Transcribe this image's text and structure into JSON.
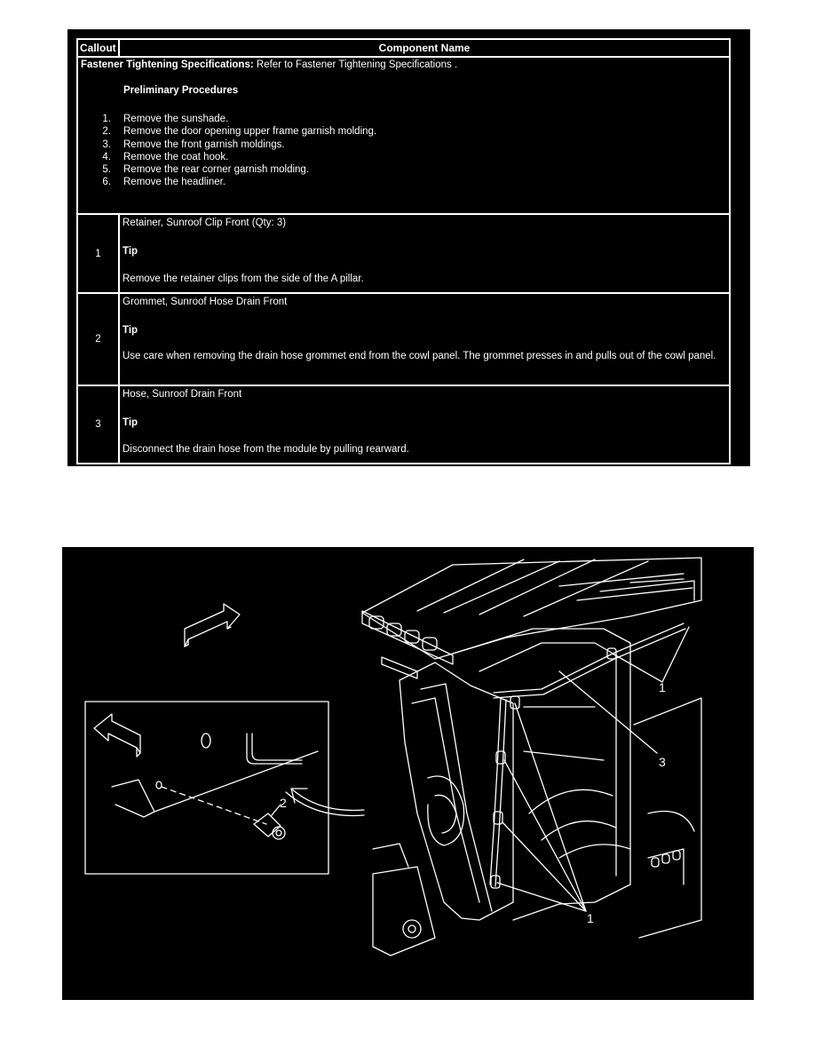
{
  "table": {
    "headers": {
      "callout": "Callout",
      "component": "Component Name"
    },
    "intro": {
      "spec_label": "Fastener Tightening Specifications:",
      "spec_text": " Refer to Fastener Tightening Specifications .",
      "prelim_heading": "Preliminary Procedures",
      "steps": [
        {
          "num": "1.",
          "text": "Remove the sunshade."
        },
        {
          "num": "2.",
          "text": "Remove the door opening upper frame garnish molding."
        },
        {
          "num": "3.",
          "text": "Remove the front garnish moldings."
        },
        {
          "num": "4.",
          "text": "Remove the coat hook."
        },
        {
          "num": "5.",
          "text": "Remove the rear corner garnish molding."
        },
        {
          "num": "6.",
          "text": "Remove the headliner."
        }
      ]
    },
    "items": [
      {
        "callout": "1",
        "component": "Retainer, Sunroof Clip Front (Qty: 3)",
        "tip": "Tip",
        "note": "Remove the retainer clips from the side of the A pillar."
      },
      {
        "callout": "2",
        "component": "Grommet, Sunroof Hose Drain Front",
        "tip": "Tip",
        "note": "Use care when removing the drain hose grommet end from the cowl panel. The grommet presses in and pulls out of the cowl panel."
      },
      {
        "callout": "3",
        "component": "Hose, Sunroof Drain Front",
        "tip": "Tip",
        "note": "Disconnect the drain hose from the module by pulling rearward."
      }
    ]
  },
  "illustration": {
    "labels": {
      "top_right_1": "1",
      "hose_3": "3",
      "inset_2": "2",
      "bottom_1": "1"
    }
  }
}
